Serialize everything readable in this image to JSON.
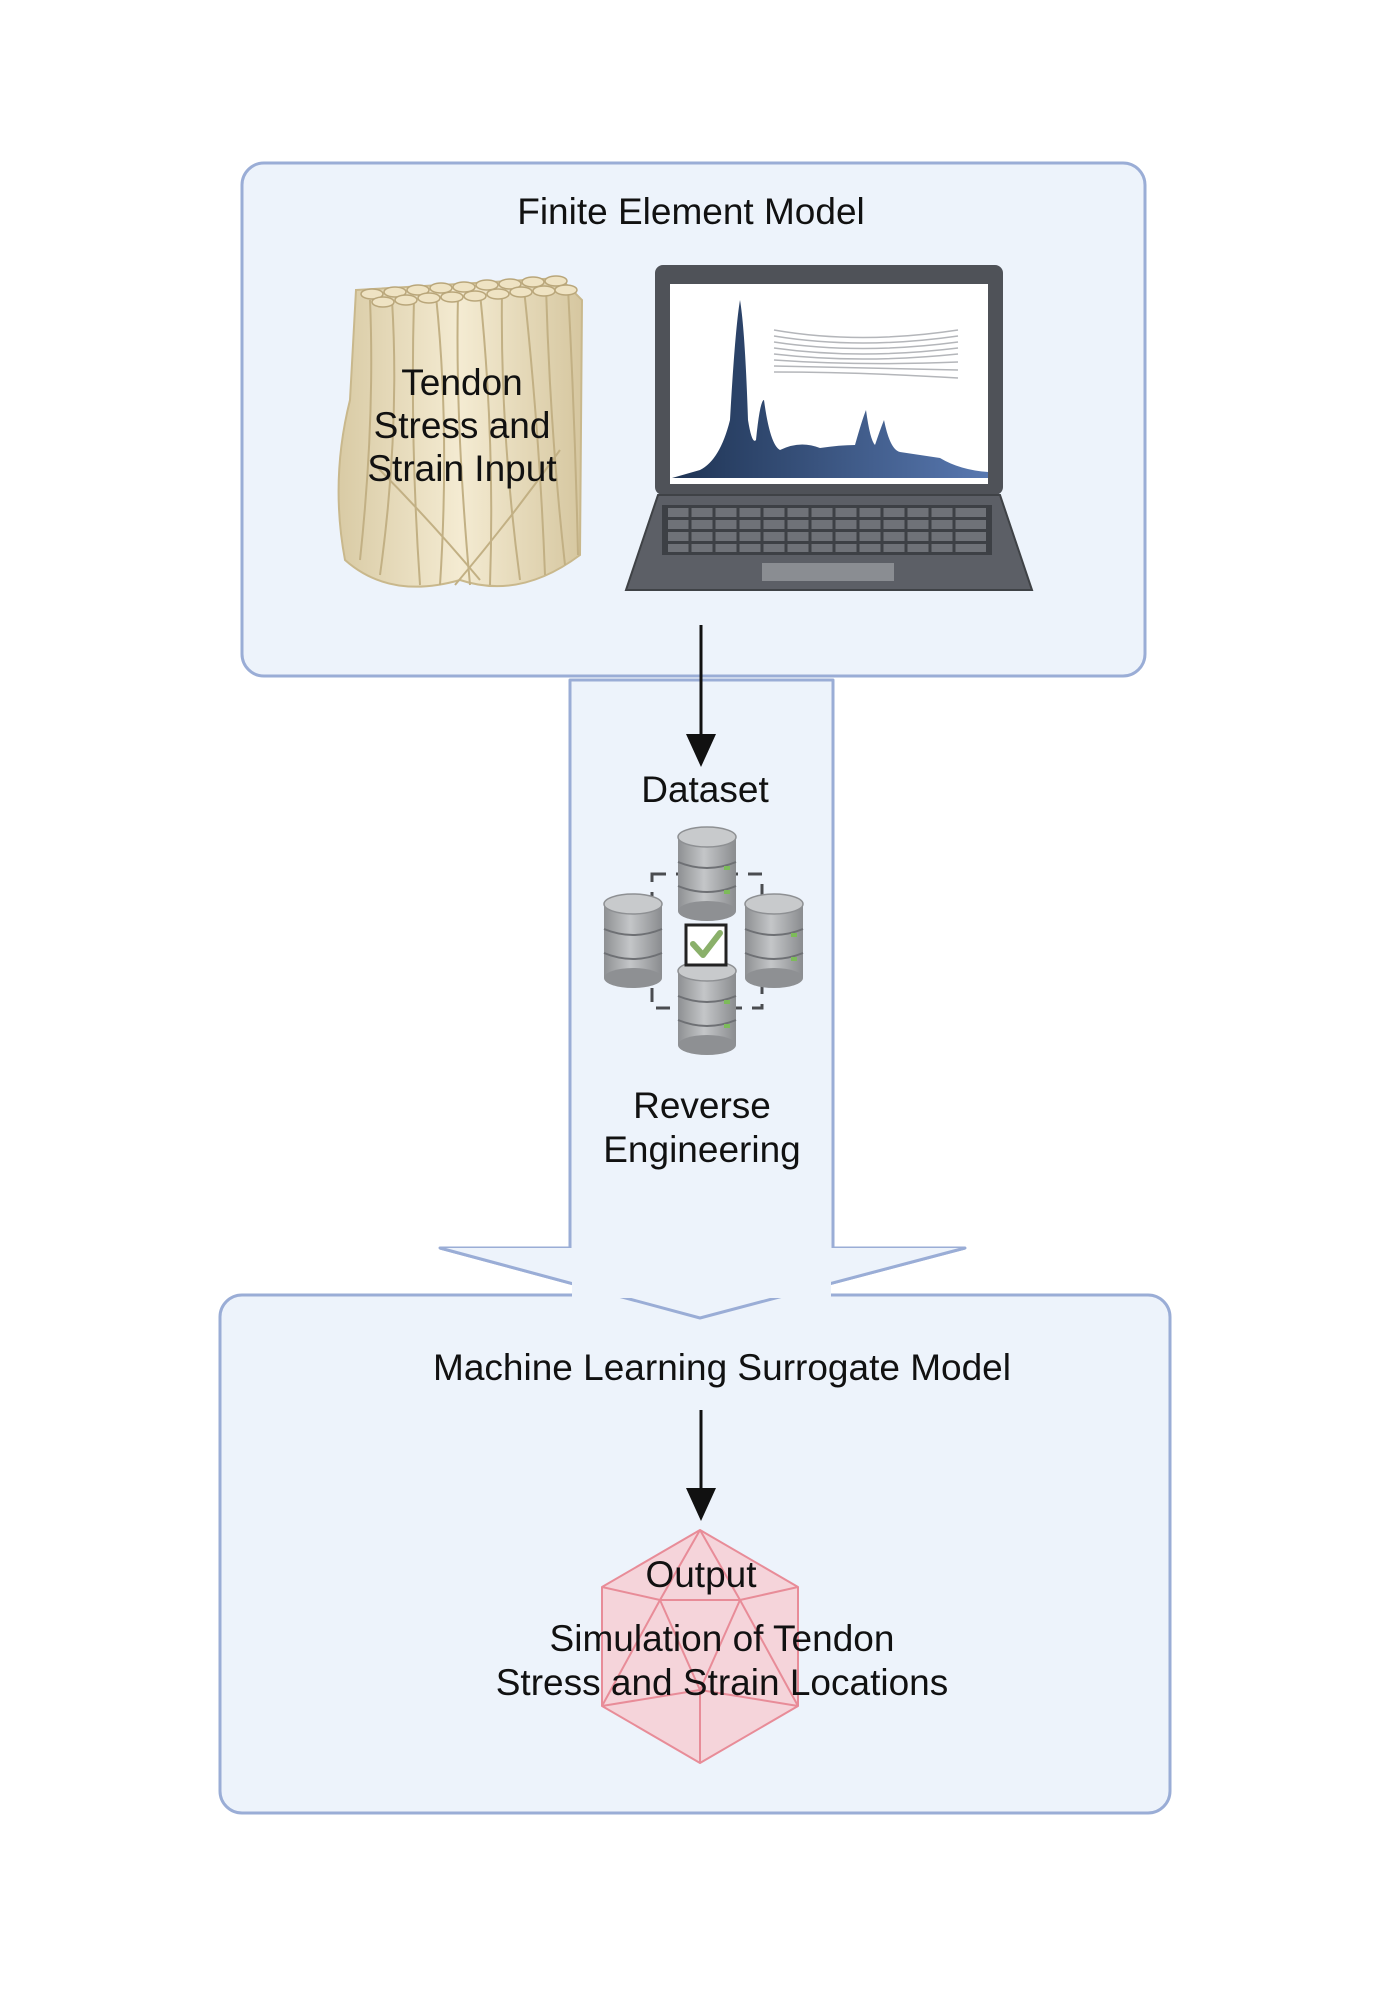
{
  "top_panel": {
    "title": "Finite Element Model",
    "tendon_label": [
      "Tendon",
      "Stress and",
      "Strain Input"
    ]
  },
  "middle": {
    "dataset_label": "Dataset",
    "reverse_label": [
      "Reverse",
      "Engineering"
    ]
  },
  "bottom_panel": {
    "title": "Machine Learning Surrogate Model",
    "output_label": "Output",
    "simulation_label": [
      "Simulation of Tendon",
      "Stress and Strain Locations"
    ]
  },
  "colors": {
    "panel_fill": "#edf3fb",
    "panel_stroke": "#9aadd6",
    "chart_fill": "#3f5f8f",
    "laptop_body": "#5c5f66",
    "database": "#a3a5a8",
    "check": "#8ab06a",
    "gem": "#e88c98"
  },
  "icons": [
    "tendon-fiber-icon",
    "laptop-icon",
    "spectrum-chart-icon",
    "database-icon",
    "checkbox-icon",
    "icosahedron-icon"
  ]
}
